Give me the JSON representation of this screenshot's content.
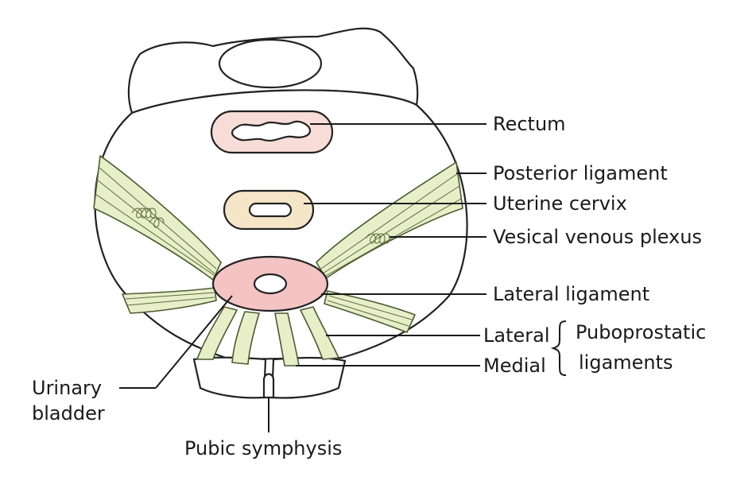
{
  "labels": {
    "rectum": "Rectum",
    "posterior_ligament": "Posterior ligament",
    "uterine_cervix": "Uterine cervix",
    "vesical_venous_plexus": "Vesical venous plexus",
    "lateral_ligament": "Lateral ligament",
    "lateral": "Lateral",
    "medial": "Medial",
    "puboprostatic_line1": "Puboprostatic",
    "puboprostatic_line2": "ligaments",
    "urinary_line1": "Urinary",
    "urinary_line2": "bladder",
    "pubic_symphysis": "Pubic symphysis"
  },
  "colors": {
    "bone": "#ffffff",
    "ligament": "#e8eec8",
    "rectum": "#f7dcd8",
    "cervix": "#f4e6c6",
    "bladder": "#f4c3c3",
    "outline": "#222222"
  }
}
